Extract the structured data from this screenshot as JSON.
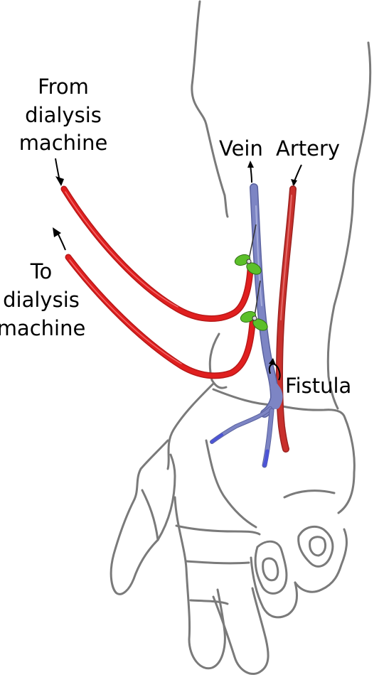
{
  "labels": {
    "from_machine": [
      "From",
      "dialysis",
      "machine"
    ],
    "to_machine": [
      "To",
      "dialysis",
      "machine"
    ],
    "vein": "Vein",
    "artery": "Artery",
    "fistula": "Fistula"
  },
  "colors": {
    "tube": "#e01f1f",
    "tube_highlight": "#f26a6a",
    "artery": "#c9302c",
    "vein": "#7d85c4",
    "vein_shadow": "#5a629f",
    "vein_tip": "#4c54d6",
    "needle_wing": "#5cbf2a",
    "outline": "#7a7a7a"
  },
  "icons": {
    "needle_1": "needle-icon",
    "needle_2": "needle-icon"
  }
}
